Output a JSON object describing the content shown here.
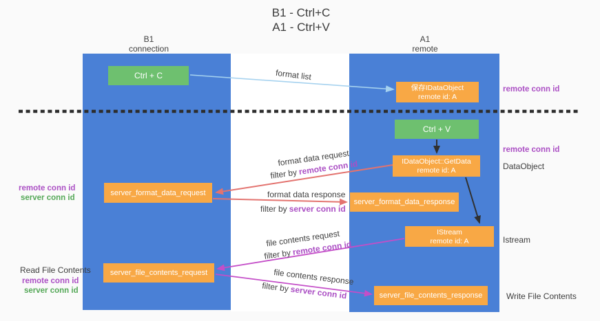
{
  "title": {
    "line1": "B1 - Ctrl+C",
    "line2": "A1 - Ctrl+V"
  },
  "columns": {
    "left": {
      "name": "B1",
      "role": "connection"
    },
    "right": {
      "name": "A1",
      "role": "remote"
    }
  },
  "nodes": {
    "ctrl_c": "Ctrl + C",
    "ctrl_v": "Ctrl + V",
    "save_dataobject": {
      "line1": "保存IDataObject",
      "line2": "remote id: A"
    },
    "getdata": {
      "line1": "IDataObject::GetData",
      "line2": "remote id: A"
    },
    "istream": {
      "line1": "IStream",
      "line2": "remote id: A"
    },
    "format_request": "server_format_data_request",
    "format_response": "server_format_data_response",
    "file_request": "server_file_contents_request",
    "file_response": "server_file_contents_response"
  },
  "annotations": {
    "format_list": "format list",
    "format_data_request": "format data request",
    "format_data_response": "format data response",
    "file_contents_request": "file contents request",
    "file_contents_response": "file contents response",
    "filter_by": "filter by",
    "remote_conn_id": "remote conn id",
    "server_conn_id": "server conn id"
  },
  "side_labels": {
    "remote_conn_id": "remote conn id",
    "server_conn_id": "server conn id",
    "dataobject": "DataObject",
    "istream": "Istream",
    "read_file_contents": "Read File Contents",
    "write_file_contents": "Write File Contents"
  },
  "colors": {
    "column_blue": "#4a80d6",
    "node_orange": "#f8a845",
    "node_green": "#6ec06f",
    "conn_purple": "#ab4fc4",
    "conn_green": "#55a858",
    "arrow_salmon": "#e3736f",
    "arrow_magenta": "#c44ec8",
    "arrow_lightblue": "#a6d2ef",
    "arrow_black": "#303030",
    "dashed_line": "#2d2d2d"
  }
}
